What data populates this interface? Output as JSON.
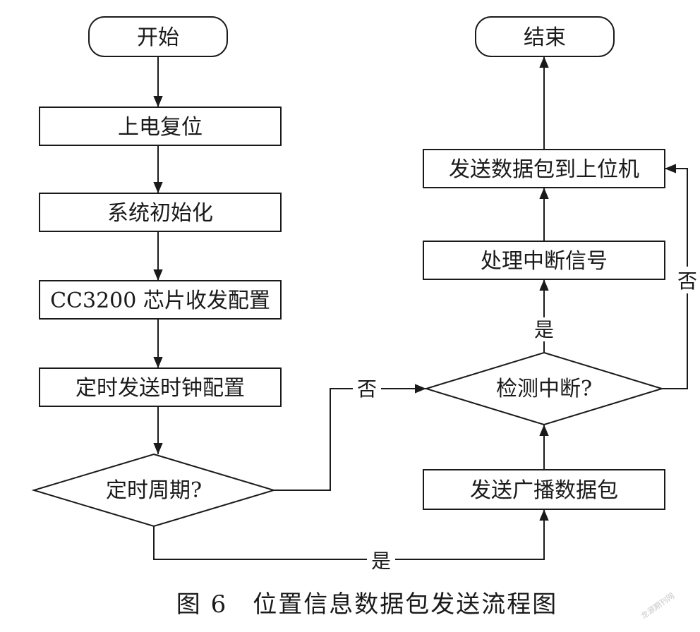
{
  "nodes": {
    "start": "开始",
    "power_reset": "上电复位",
    "system_init": "系统初始化",
    "cc3200_config": "CC3200 芯片收发配置",
    "timer_clock_config": "定时发送时钟配置",
    "timer_period_decision": "定时周期?",
    "send_broadcast": "发送广播数据包",
    "detect_interrupt_decision": "检测中断?",
    "handle_interrupt": "处理中断信号",
    "send_to_host": "发送数据包到上位机",
    "end": "结束"
  },
  "edge_labels": {
    "timer_no": "否",
    "timer_yes": "是",
    "interrupt_yes": "是",
    "interrupt_no": "否"
  },
  "caption": "图 6　位置信息数据包发送流程图",
  "watermark": "龙源期刊网"
}
